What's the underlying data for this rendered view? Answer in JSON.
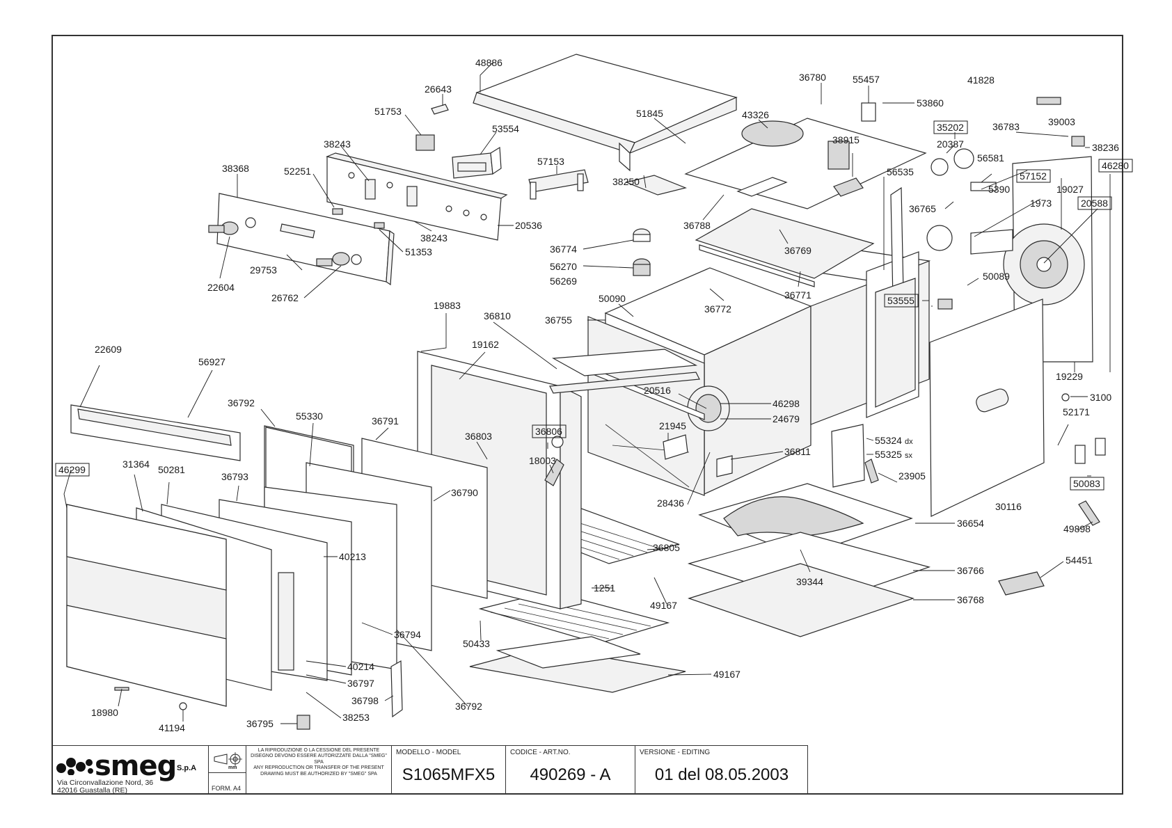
{
  "labels": {
    "l48886": "48886",
    "l26643": "26643",
    "l51753": "51753",
    "l53554": "53554",
    "l38243a": "38243",
    "l38368": "38368",
    "l52251": "52251",
    "l57153": "57153",
    "l20536": "20536",
    "l38243b": "38243",
    "l51353": "51353",
    "l29753": "29753",
    "l22604": "22604",
    "l26762": "26762",
    "l51845": "51845",
    "l43326": "43326",
    "l36780": "36780",
    "l55457": "55457",
    "l53860": "53860",
    "l41828": "41828",
    "l35202": "35202",
    "l20387": "20387",
    "l36783": "36783",
    "l39003": "39003",
    "l38236": "38236",
    "l38915": "38915",
    "l56581": "56581",
    "l56535": "56535",
    "l38250": "38250",
    "l57152": "57152",
    "l46280": "46280",
    "l5390": "5390",
    "l19027": "19027",
    "l1973": "1973",
    "l20588": "20588",
    "l36765": "36765",
    "l36788": "36788",
    "l36774": "36774",
    "l36769": "36769",
    "l56270": "56270",
    "l56269": "56269",
    "l36771": "36771",
    "l50089": "50089",
    "l36772": "36772",
    "l50090": "50090",
    "l53555": "53555",
    "l19883": "19883",
    "l36810": "36810",
    "l36755": "36755",
    "l19162": "19162",
    "l19229": "19229",
    "l22609": "22609",
    "l56927": "56927",
    "l20516": "20516",
    "l46298": "46298",
    "l24679": "24679",
    "l3100": "3100",
    "l36792a": "36792",
    "l55330": "55330",
    "l36791": "36791",
    "l36803": "36803",
    "l36806": "36806",
    "l21945": "21945",
    "l52171": "52171",
    "l55324": "55324",
    "l55324s": "dx",
    "l55325": "55325",
    "l55325s": "sx",
    "l36811": "36811",
    "l46299": "46299",
    "l31364": "31364",
    "l50281": "50281",
    "l36793": "36793",
    "l18003": "18003",
    "l36790": "36790",
    "l23905": "23905",
    "l50083": "50083",
    "l28436": "28436",
    "l30116": "30116",
    "l36654": "36654",
    "l49898": "49898",
    "l40213": "40213",
    "l36805": "36805",
    "l54451": "54451",
    "l1251": "1251",
    "l39344": "39344",
    "l36766": "36766",
    "l49167a": "49167",
    "l36768": "36768",
    "l36794": "36794",
    "l50433": "50433",
    "l40214": "40214",
    "l49167b": "49167",
    "l36797": "36797",
    "l36798": "36798",
    "l18980": "18980",
    "l36792b": "36792",
    "l41194": "41194",
    "l36795": "36795",
    "l38253": "38253"
  },
  "title_block": {
    "brand": "smeg",
    "company_suffix": "S.p.A",
    "address_line1": "Via Circonvallazione Nord, 36",
    "address_line2": "42016  Guastalla (RE)",
    "unit": "mm",
    "form": "FORM. A4",
    "notice_it": "LA RIPRODUZIONE O LA CESSIONE DEL PRESENTE DISEGNO DEVONO ESSERE AUTORIZZATE DALLA \"SMEG\" SPA",
    "notice_en": "ANY REPRODUCTION OR TRANSFER OF THE PRESENT DRAWING MUST BE AUTHORIZED BY \"SMEG\" SPA",
    "model_header": "MODELLO - MODEL",
    "model_value": "S1065MFX5",
    "code_header": "CODICE - ART.NO.",
    "code_value": "490269 - A",
    "version_header": "VERSIONE - EDITING",
    "version_value": "01 del 08.05.2003"
  }
}
